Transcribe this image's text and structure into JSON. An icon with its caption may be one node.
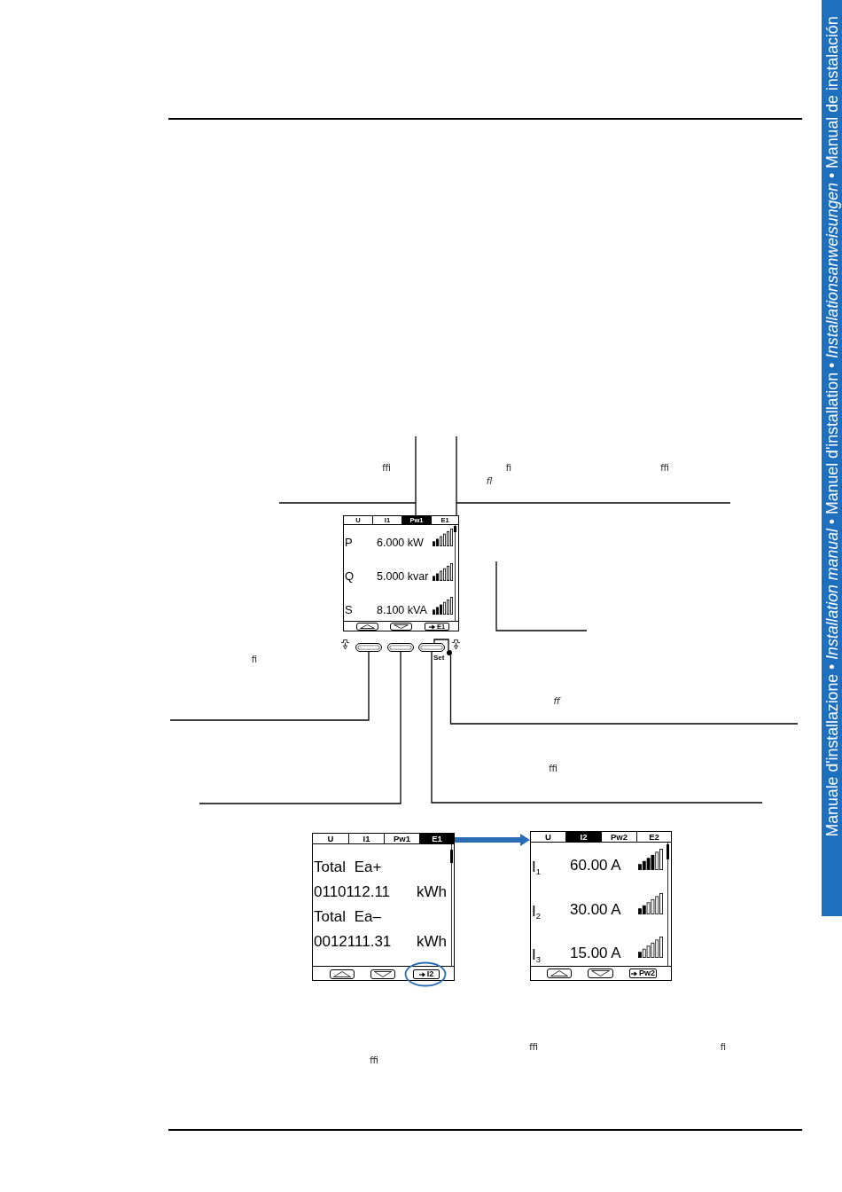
{
  "diagram": {
    "nodes": [
      {
        "text": [
          "U",
          "I1",
          "Pw1",
          "E1",
          "P",
          "6.000 kW",
          "Q",
          "5.000 kvar",
          "S",
          "8.100 kVA",
          "E1"
        ]
      },
      {
        "text": [],
        "shape": "box"
      },
      {
        "text": [],
        "shape": "box"
      },
      {
        "text": [],
        "shape": "box",
        "beside": [
          "Set"
        ]
      },
      {
        "text": [],
        "shape": "circle"
      },
      {
        "text": [
          "U",
          "I1",
          "Pw1",
          "E1",
          "Total Ea+",
          "0110112.11",
          "kWh",
          "Total Ea–",
          "0012111.31",
          "kWh",
          "I2"
        ]
      },
      {
        "text": [
          "U",
          "I2",
          "Pw2",
          "E2",
          "I$_{1}$",
          "60.00 A",
          "I$_{2}$",
          "30.00 A",
          "I$_{3}$",
          "15.00 A",
          "Pw2"
        ]
      },
      {
        "text": [
          "Manuale d'installazione • *Installation manual* • Manuel d'installation • *Installationsanweisungen* • Manual de instalación"
        ]
      }
    ],
    "edges": [
      {
        "from": null,
        "to": 0,
        "arrow": "none"
      },
      {
        "from": null,
        "to": 0,
        "arrow": "none"
      },
      {
        "from": null,
        "to": 1,
        "arrow": "none"
      },
      {
        "from": null,
        "to": 2,
        "arrow": "none"
      },
      {
        "from": null,
        "to": 3,
        "arrow": "none"
      },
      {
        "from": 3,
        "to": 4,
        "arrow": "none"
      },
      {
        "from": null,
        "to": 4,
        "arrow": "none"
      },
      {
        "from": 5,
        "to": 6,
        "arrow": "to",
        "style": "thick",
        "color": "#2a6cb6"
      }
    ],
    "labels": [
      "ﬃ",
      "ﬁ",
      "ﬃ",
      "ﬂ",
      "ﬁ",
      "ﬀ",
      "ﬃ",
      "ﬃ",
      "ﬁ",
      "ﬃ"
    ]
  }
}
